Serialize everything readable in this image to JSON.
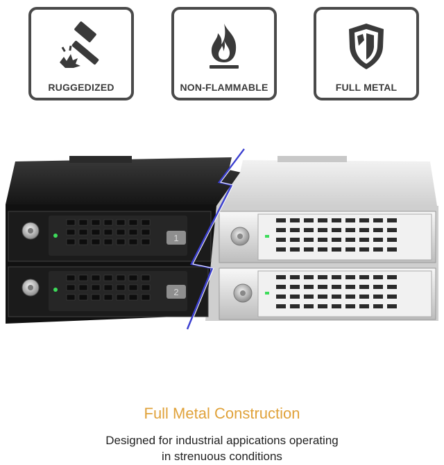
{
  "features": [
    {
      "label": "RUGGEDIZED",
      "icon": "hammer-icon"
    },
    {
      "label": "NON-FLAMMABLE",
      "icon": "flame-icon"
    },
    {
      "label": "FULL METAL",
      "icon": "shield-icon"
    }
  ],
  "product": {
    "bays": [
      {
        "number": "1"
      },
      {
        "number": "2"
      }
    ],
    "led_color": "#3ddc5a"
  },
  "headline": "Full Metal Construction",
  "description": {
    "line1": "Designed for industrial appications operating",
    "line2": "in strenuous conditions"
  },
  "colors": {
    "accent": "#e0a23a",
    "badge_border": "#4a4a4a"
  }
}
